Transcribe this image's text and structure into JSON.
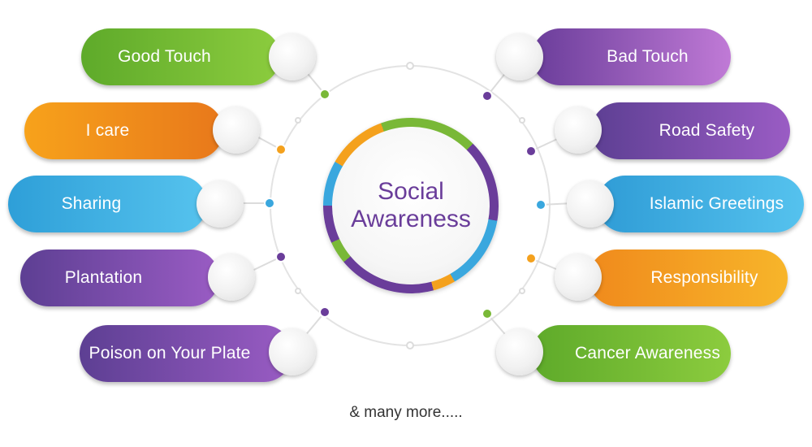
{
  "center": {
    "line1": "Social",
    "line2": "Awareness"
  },
  "topics": {
    "left": [
      {
        "label": "Good Touch",
        "color": "green"
      },
      {
        "label": "I care",
        "color": "orange"
      },
      {
        "label": "Sharing",
        "color": "blue"
      },
      {
        "label": "Plantation",
        "color": "purple"
      },
      {
        "label": "Poison on Your Plate",
        "color": "purple"
      }
    ],
    "right": [
      {
        "label": "Bad Touch",
        "color": "purple"
      },
      {
        "label": "Road Safety",
        "color": "purple"
      },
      {
        "label": "Islamic Greetings",
        "color": "blue"
      },
      {
        "label": "Responsibility",
        "color": "orange"
      },
      {
        "label": "Cancer Awareness",
        "color": "green"
      }
    ]
  },
  "footer": "& many more.....",
  "colors": {
    "green": "#79b837",
    "orange": "#f4a11d",
    "blue": "#3aa7de",
    "purple": "#6a3d9a"
  }
}
